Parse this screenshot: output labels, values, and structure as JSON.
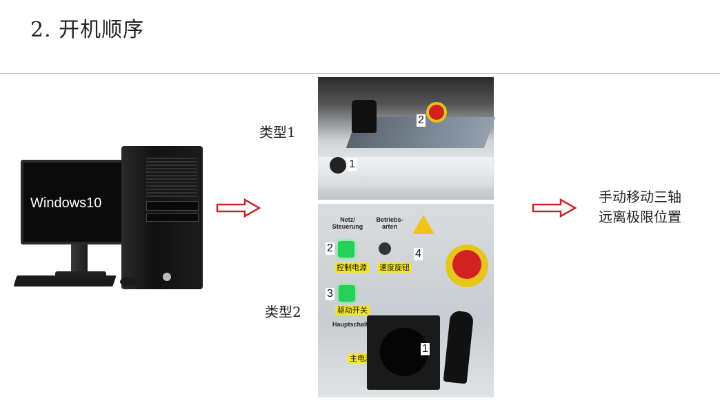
{
  "title": "2. 开机顺序",
  "pc": {
    "monitor_text": "Windows10"
  },
  "type1": {
    "label": "类型1",
    "tag1": "1",
    "tag2": "2"
  },
  "type2": {
    "label": "类型2",
    "tag1": "1",
    "tag2": "2",
    "tag3": "3",
    "tag4": "4",
    "header_left": "Netz/\nSteuerung",
    "header_right": "Betriebs-\narten",
    "main_switch_title": "Hauptschalter",
    "sticker_control_power": "控制电源",
    "sticker_speed_knob": "速度旋钮",
    "sticker_drive_switch": "驱动开关",
    "sticker_main_power": "主电源"
  },
  "result": {
    "line1": "手动移动三轴",
    "line2": "远离极限位置"
  },
  "colors": {
    "arrow": "#c0282b",
    "led": "#22d156"
  }
}
